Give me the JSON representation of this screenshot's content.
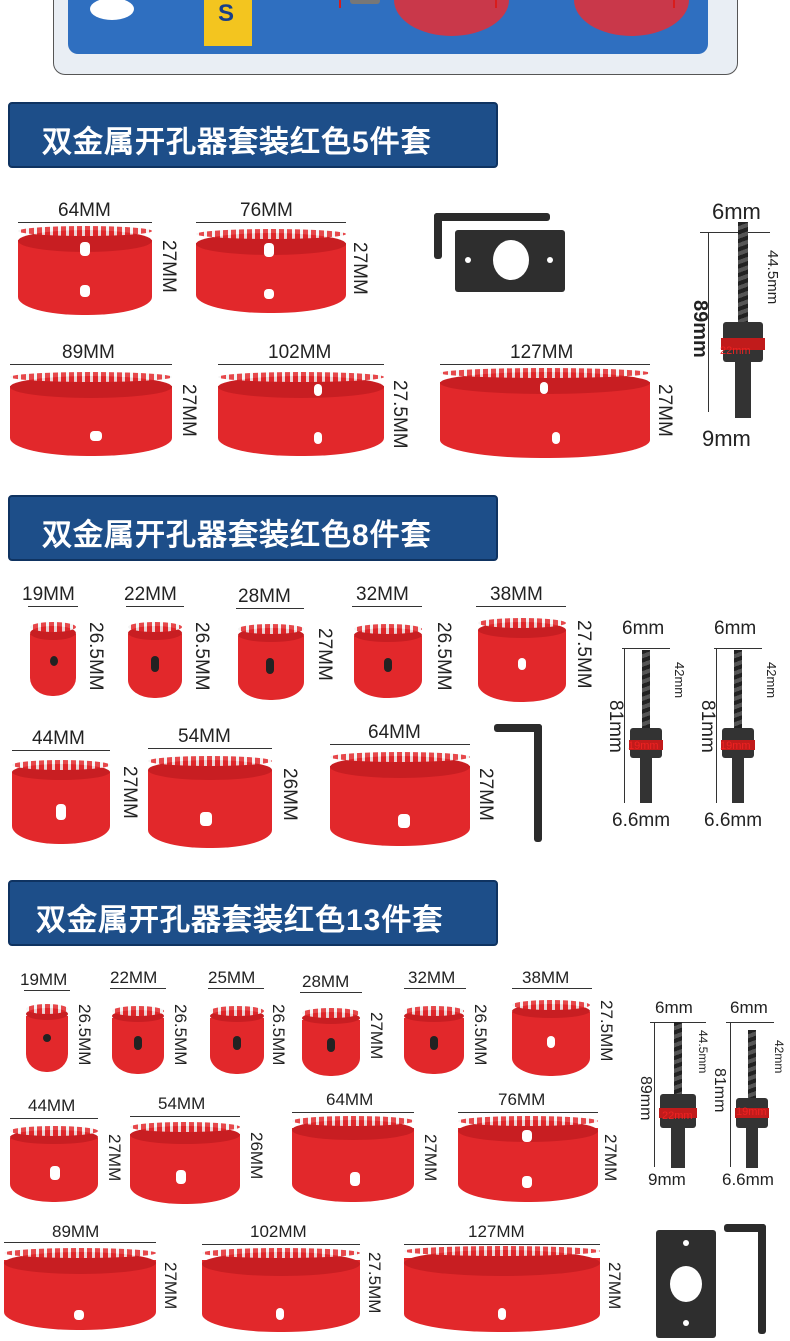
{
  "package": {
    "badge": "S"
  },
  "sections": [
    {
      "title": "双金属开孔器套装红色5件套"
    },
    {
      "title": "双金属开孔器套装红色8件套"
    },
    {
      "title": "双金属开孔器套装红色13件套"
    }
  ],
  "set5": {
    "sizes": [
      "64MM",
      "76MM",
      "89MM",
      "102MM",
      "127MM"
    ],
    "depths": [
      "27MM",
      "27MM",
      "27MM",
      "27.5MM",
      "27MM"
    ],
    "arbor": {
      "top": "6mm",
      "length": "89mm",
      "drill": "44.5mm",
      "ring": "22mm",
      "shank": "9mm"
    }
  },
  "set8": {
    "sizes": [
      "19MM",
      "22MM",
      "28MM",
      "32MM",
      "38MM",
      "44MM",
      "54MM",
      "64MM"
    ],
    "depths": [
      "26.5MM",
      "26.5MM",
      "27MM",
      "26.5MM",
      "27.5MM",
      "27MM",
      "26MM",
      "27MM"
    ],
    "arbors": [
      {
        "top": "6mm",
        "length": "81mm",
        "drill": "42mm",
        "ring": "19mm",
        "shank": "6.6mm"
      },
      {
        "top": "6mm",
        "length": "81mm",
        "drill": "42mm",
        "ring": "19mm",
        "shank": "6.6mm"
      }
    ]
  },
  "set13": {
    "sizes": [
      "19MM",
      "22MM",
      "25MM",
      "28MM",
      "32MM",
      "38MM",
      "44MM",
      "54MM",
      "64MM",
      "76MM",
      "89MM",
      "102MM",
      "127MM"
    ],
    "depths": [
      "26.5MM",
      "26.5MM",
      "26.5MM",
      "27MM",
      "26.5MM",
      "27.5MM",
      "27MM",
      "26MM",
      "27MM",
      "27MM",
      "27MM",
      "27.5MM",
      "27MM"
    ],
    "arbors": [
      {
        "top": "6mm",
        "length": "89mm",
        "drill": "44.5mm",
        "ring": "22mm",
        "shank": "9mm"
      },
      {
        "top": "6mm",
        "length": "81mm",
        "drill": "42mm",
        "ring": "19mm",
        "shank": "6.6mm"
      }
    ]
  },
  "colors": {
    "banner": "#1d4e89",
    "saw": "#e2282b"
  }
}
